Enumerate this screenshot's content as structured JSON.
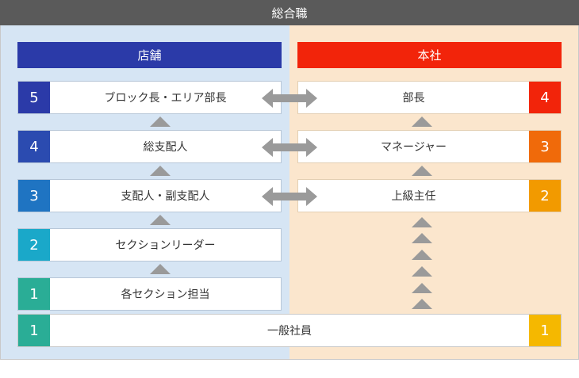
{
  "header": {
    "title": "総合職"
  },
  "store": {
    "label": "店舗",
    "levels": [
      {
        "num": "5",
        "label": "ブロック長・エリア部長",
        "color": "#2b3aa8"
      },
      {
        "num": "4",
        "label": "総支配人",
        "color": "#2b4bb0"
      },
      {
        "num": "3",
        "label": "支配人・副支配人",
        "color": "#1f74c2"
      },
      {
        "num": "2",
        "label": "セクションリーダー",
        "color": "#1aa8c9"
      },
      {
        "num": "1",
        "label": "各セクション担当",
        "color": "#2aad96"
      }
    ]
  },
  "hq": {
    "label": "本社",
    "levels": [
      {
        "num": "4",
        "label": "部長",
        "color": "#f2240a"
      },
      {
        "num": "3",
        "label": "マネージャー",
        "color": "#f06a0a"
      },
      {
        "num": "2",
        "label": "上級主任",
        "color": "#f29a00"
      }
    ]
  },
  "bottom": {
    "label": "一般社員",
    "num_left": "1",
    "num_right": "1",
    "color_left": "#2aad96",
    "color_right": "#f5b800"
  },
  "colors": {
    "arrow": "#9a9a9a",
    "panel_left": "#d6e5f4",
    "panel_right": "#fbe6cd"
  }
}
